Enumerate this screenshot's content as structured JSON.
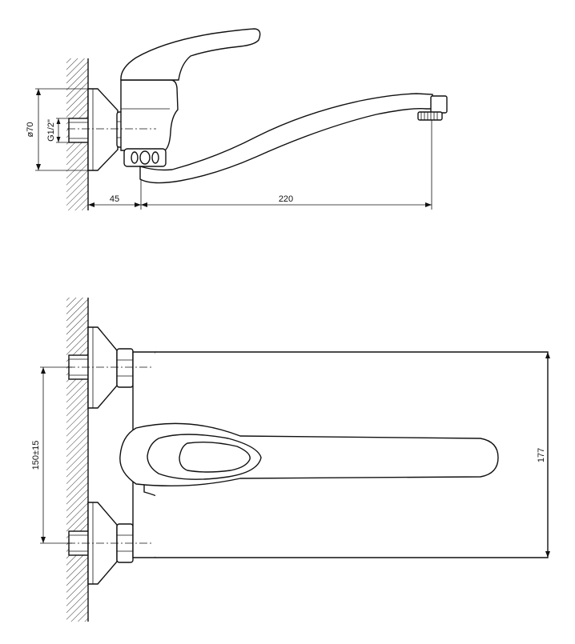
{
  "side_view": {
    "dim_diameter": "ø70",
    "dim_thread": "G1/2\"",
    "dim_offset": "45",
    "dim_spout_length": "220"
  },
  "front_view": {
    "dim_inlet_spacing": "150±15",
    "dim_height": "177"
  }
}
